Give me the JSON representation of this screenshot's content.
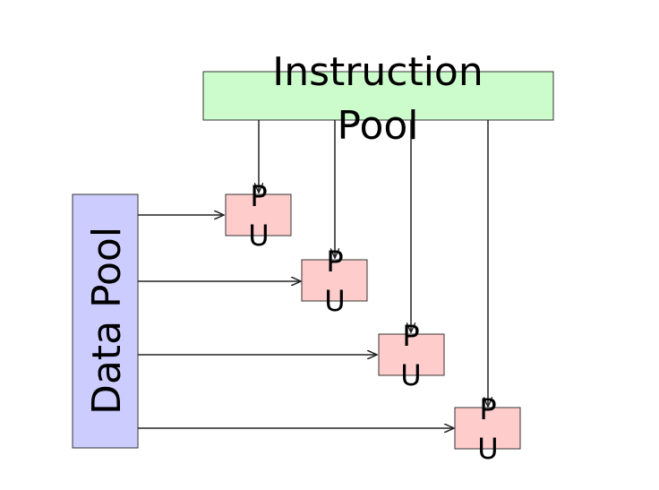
{
  "instruction_pool": {
    "line1": "Instruction",
    "line2": "Pool",
    "fill": "#ccfccc"
  },
  "data_pool": {
    "label": "Data Pool",
    "fill": "#ccccff"
  },
  "processing_units": [
    {
      "line1": "P",
      "line2": "U"
    },
    {
      "line1": "P",
      "line2": "U"
    },
    {
      "line1": "P",
      "line2": "U"
    },
    {
      "line1": "P",
      "line2": "U"
    }
  ],
  "pu_fill": "#ffcccc",
  "stroke_color": "#222222"
}
